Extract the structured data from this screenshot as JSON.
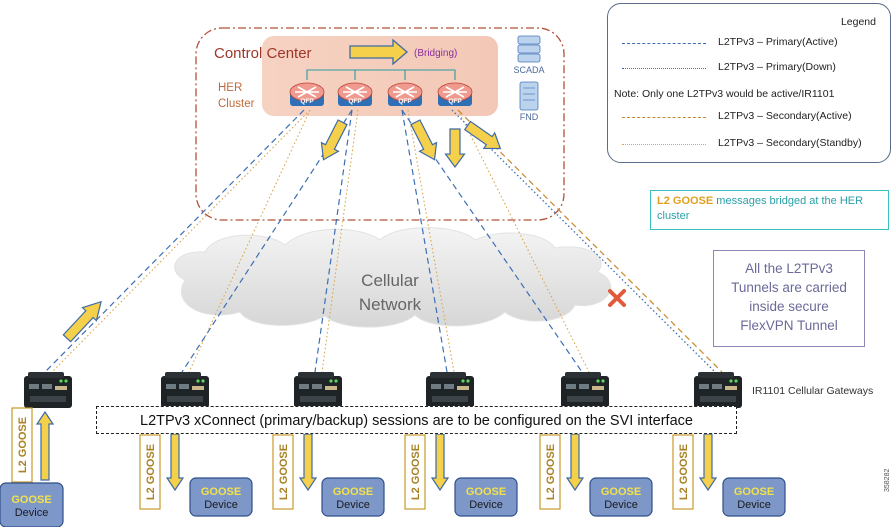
{
  "control_center": {
    "title": "Control Center",
    "bridging": "(Bridging)",
    "cluster_label": [
      "HER",
      "Cluster"
    ],
    "router_label": "QFP"
  },
  "servers": {
    "scada": "SCADA",
    "fnd": "FND"
  },
  "cloud": {
    "label_line1": "Cellular",
    "label_line2": "Network"
  },
  "legend": {
    "title": "Legend",
    "items": [
      {
        "label": "L2TPv3 – Primary(Active)",
        "style": "dashed",
        "color": "#3d6fb5"
      },
      {
        "label": "L2TPv3 – Primary(Down)",
        "style": "dotted",
        "color": "#3d6fb5"
      },
      {
        "label": "L2TPv3 – Secondary(Active)",
        "style": "dashed",
        "color": "#c8892b"
      },
      {
        "label": "L2TPv3 – Secondary(Standby)",
        "style": "dotted",
        "color": "#d9a64a"
      }
    ],
    "note": "Note: Only one L2TPv3 would be active/IR1101"
  },
  "goose_note": {
    "bold": "L2 GOOSE",
    "rest": " messages bridged at the HER cluster"
  },
  "flex_note": {
    "lines": [
      "All the L2TPv3",
      "Tunnels are carried",
      "inside secure",
      "FlexVPN Tunnel"
    ]
  },
  "session_note": "L2TPv3 xConnect (primary/backup) sessions are to be configured on the SVI interface",
  "gateway_label": "IR1101 Cellular Gateways",
  "l2goose_label": "L2 GOOSE",
  "device": {
    "line1": "GOOSE",
    "line2": "Device"
  },
  "figure_id": "358282",
  "colors": {
    "primary": "#3d6fb5",
    "secondary": "#c8892b",
    "arrow_fill": "#f5d04a",
    "arrow_stroke": "#3e6aa8",
    "device_fill": "#7e97c9",
    "failure": "#e05a3c"
  }
}
